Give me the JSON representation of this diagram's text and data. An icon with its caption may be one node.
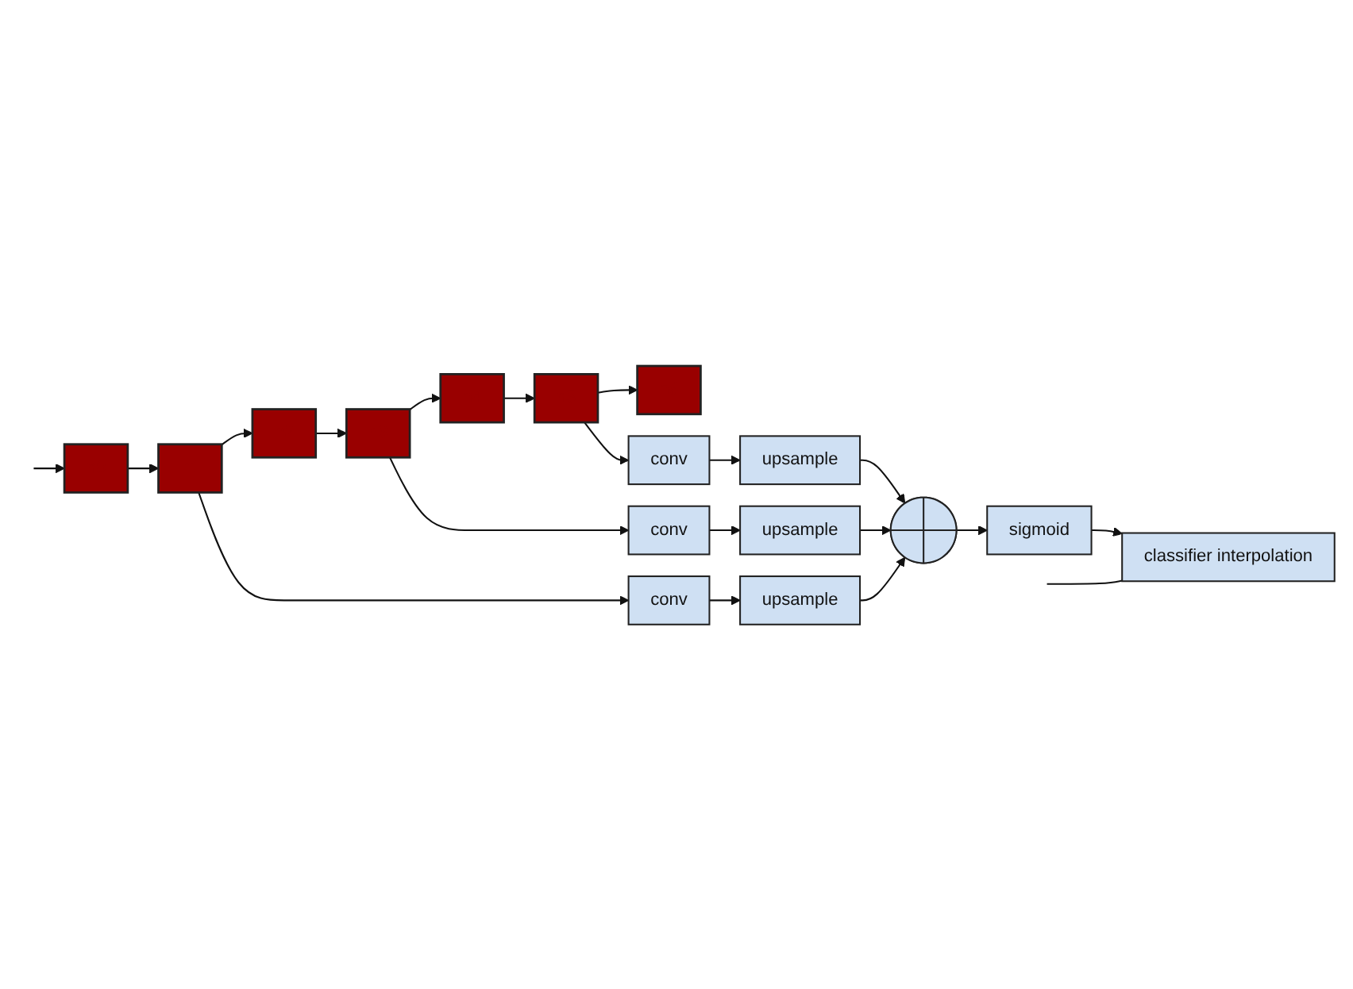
{
  "diagram": {
    "nodes": [
      {
        "text": [],
        "shape": "bar"
      },
      {
        "text": [],
        "shape": "bar"
      },
      {
        "text": [],
        "shape": "bar"
      },
      {
        "text": [],
        "shape": "bar"
      },
      {
        "text": [],
        "shape": "bar"
      },
      {
        "text": [],
        "shape": "bar"
      },
      {
        "text": [],
        "shape": "bar"
      },
      {
        "text": [
          "conv"
        ]
      },
      {
        "text": [
          "conv"
        ]
      },
      {
        "text": [
          "conv"
        ]
      },
      {
        "text": [
          "upsample"
        ]
      },
      {
        "text": [
          "upsample"
        ]
      },
      {
        "text": [
          "upsample"
        ]
      },
      {
        "text": [],
        "shape": "circle"
      },
      {
        "text": [
          "sigmoid"
        ]
      },
      {
        "text": [
          "classifier interpolation"
        ]
      }
    ],
    "edges": [
      {
        "from": null,
        "to": 0,
        "arrow": "to"
      },
      {
        "from": 0,
        "to": 1,
        "arrow": "to"
      },
      {
        "from": 1,
        "to": 2,
        "arrow": "to"
      },
      {
        "from": 2,
        "to": 3,
        "arrow": "to"
      },
      {
        "from": 3,
        "to": 4,
        "arrow": "to"
      },
      {
        "from": 4,
        "to": 5,
        "arrow": "to"
      },
      {
        "from": 5,
        "to": 6,
        "arrow": "to"
      },
      {
        "from": 1,
        "to": 7,
        "arrow": "to"
      },
      {
        "from": 3,
        "to": 8,
        "arrow": "to"
      },
      {
        "from": 5,
        "to": 9,
        "arrow": "to"
      },
      {
        "from": 7,
        "to": 10,
        "arrow": "to"
      },
      {
        "from": 8,
        "to": 11,
        "arrow": "to"
      },
      {
        "from": 9,
        "to": 12,
        "arrow": "to"
      },
      {
        "from": 10,
        "to": 13,
        "arrow": "to"
      },
      {
        "from": 11,
        "to": 13,
        "arrow": "to"
      },
      {
        "from": 12,
        "to": 13,
        "arrow": "to"
      },
      {
        "from": 13,
        "to": 14,
        "arrow": "to"
      },
      {
        "from": 14,
        "to": 15,
        "arrow": "to"
      },
      {
        "from": null,
        "to": 15,
        "arrow": "none"
      }
    ]
  }
}
